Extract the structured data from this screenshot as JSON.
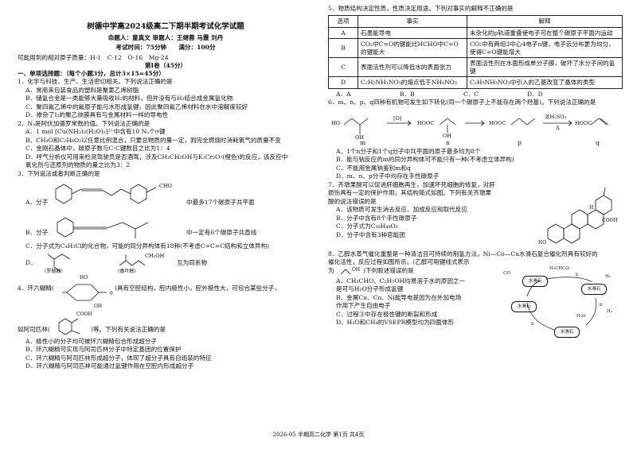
{
  "header": {
    "title": "树德中学高2024级高二下期半期考试化学试题",
    "authors": "命题人：童真文 审题人：王继蓉 马霞 刘丹",
    "time_score": "考试时间：75分钟　　满分：100分",
    "atomic_mass": "可能用到的相对原子质量：H-1　C-12　O-16　Mg-24"
  },
  "section1": {
    "title": "第Ⅰ卷（45分）",
    "subtitle": "一、单项选择题：（每个小题3分，总计3×15=45分）"
  },
  "q1": {
    "stem": "1．化学与科技、生产、生活密切相关。下列说法正确的是",
    "A": "A．常用来包装食品的塑料是聚氯乙烯树脂",
    "B": "B．储氢合金是一类能够大量吸收H₂的材料，但并没有与H₂结合成金属氢化物",
    "C": "C．聚四氟乙烯中的氟原子能与水形成氢键，因此聚四氟乙烯材料在水中溶解度较好",
    "D": "D．掺杂了I₂的聚乙炔膜具有与金属材料一样的导电性"
  },
  "q2": {
    "stem": "2．Nₐ是阿伏加德罗常数的值。下列说法正确的是",
    "A": "A．1 mol [Cu(NH₃)₂(H₂O)₂]²⁺中含有10 Nₐ个σ键",
    "B": "B．CH₄O和C₂H₆O₂以任意比例混合，只要总物质的量一定，则完全燃烧时消耗氧气的质量不变",
    "C": "C．金刚石晶体中，碳原子数与C-C键数目之比为1：4",
    "D1": "D．呼气分析仪可用来检测驾驶员是否酒驾，涉及CH₃CH₂OH与K₂Cr₂O₇(橙色)的反应，该反应中",
    "D2": "氧化剂与还原剂的物质的量之比为3：2"
  },
  "q3": {
    "stem": "3．下列说法或者判断正确的是",
    "A": "A．分子",
    "A_tail": "中最多17个碳原子共平面",
    "B": "B．分子",
    "B_tail": "中一定有6个碳原子共直线",
    "C": "C．分子式为C₄H₅Cl的化合物，可能的同分异构体有18种(不考虑C=C=C结构和立体异构)",
    "D": "D．",
    "D_tail": "互为同系物",
    "label_cho": "CHO",
    "label_ch2oh": "CH₂OH",
    "label_d1": "(罗勒醇)",
    "label_d2": "(香叶醇)"
  },
  "q4": {
    "stem_head": "4．环六糊精(",
    "stem_tail": ")具有空腔结构，腔内极性小，腔外极性大，可包合某些分子，",
    "stem2_head": "如阿司匹林(",
    "stem2_tail": ")等。下列有关说法正确的是",
    "ho": "HO",
    "oh": "OH",
    "cooh": "COOH",
    "n6": "6",
    "A": "A．极性小的分子均可被环六糊精包合形成超分子",
    "B": "B．环六糊精可实现与阿司匹林分子中特定基团的位置保护",
    "C": "C．环六糊精与阿司匹林形成超分子，体现了超分子具有自组装的特征",
    "D": "D．环六糊精与阿司匹林可能通过氢键作用在空腔内形成超分子"
  },
  "q5": {
    "stem": "5．物质结构决定性质，性质决定用途。下列对事实的解释不正确的是",
    "headers": [
      "选项",
      "事实",
      "解释"
    ],
    "rows": [
      [
        "A",
        "石墨能导电",
        "未杂化的p轨道重叠使电子可在整个碳原子平面内运动"
      ],
      [
        "B",
        "CO₂中C=O的键能比HCHO中C=O的键能大",
        "CO₂中有两组3中心4电子π键，电子云分布更为均匀，使得C=O键能增大"
      ],
      [
        "C",
        "表面活性剂可以降低水的表面张力",
        "表面活性剂在水面形成单分子膜，破坏了水分子间的氢键"
      ],
      [
        "D",
        "C₂H₅NH₃NO₃的熔点低于NH₄NO₃",
        "C₂H₅NH₃NO₃中引入的乙基改变了晶体的类型"
      ]
    ],
    "choices": [
      "A．A",
      "B．B",
      "C．C",
      "D．D"
    ]
  },
  "q6": {
    "stem": "6．m、n、p、q四种有机物可发生如下转化(同一个碳原子上不能存在两个羟基)。下列说法正确的是",
    "arrow1": "[O]",
    "arrow3": "浓H₂SO₄",
    "arrow3b": "Δ",
    "ho": "HO",
    "oh": "OH",
    "hooc": "HOOC",
    "labels": [
      "m",
      "n",
      "p",
      "q"
    ],
    "A": "A．1个n分子和1个q分子中共平面的原子最多均为8个",
    "B": "B．能与钠反应的m的同分异构体可不能只有一种(不考虑立体异构)",
    "C": "C．不能用金属钠鉴别m和q",
    "D": "D．m、n、p分子中均存在手性碳原子"
  },
  "q7": {
    "stem1": "7．齐墩果酸可以促进肝细胞再生，加速坏死细胞的修复，对肝",
    "stem2": "损伤具有一定的保护作用，其结构简式如图。下列有关齐墩果",
    "stem3": "酸的说法错误的是",
    "A": "A．该物质可发生消去反应、加成反应和取代反应",
    "B": "B．分子中含有8个手性碳原子",
    "C": "C．分子式为C₃₀H₄₈O₃",
    "D": "D．分子中含有3种官能团",
    "ho": "HO",
    "cooh": "COOH",
    "h": "H"
  },
  "q8": {
    "stem1": "8．乙醇水蒸气催化重整是一种清洁且可持续的制氢方法，Ni—Co—Cu水滑石复合催化剂具有较好的",
    "stem2": "催化活性，反应过程如图所示。(乙醇可用键线式表示",
    "stem3": "为",
    "stem3_tail": ")下列叙述错误的是",
    "oh": "OH",
    "A1": "A．CH₃CHO、C₂H₅OH均易溶于水的原因之一",
    "A2": "是可与H₂O分子形成氢键",
    "B1": "B．金属Cu、Co、Ni能导电是因为在外加电场",
    "B2": "作用下产生自由电子",
    "C": "C．过程③中存在极性键的断裂和形成",
    "D": "D．H₂O和CH₄的VSEPR模型均为四面体形",
    "diagram": {
      "co": "CO",
      "h2": "H₂",
      "h2o": "H₂O",
      "h2_2": "H₂",
      "top_mol": "H₃CHCO",
      "ht": "水滑石",
      "step1": "①",
      "step2": "②",
      "step3": "③"
    }
  },
  "footer": "2026-05 半期高二化学 第1页 共4页"
}
